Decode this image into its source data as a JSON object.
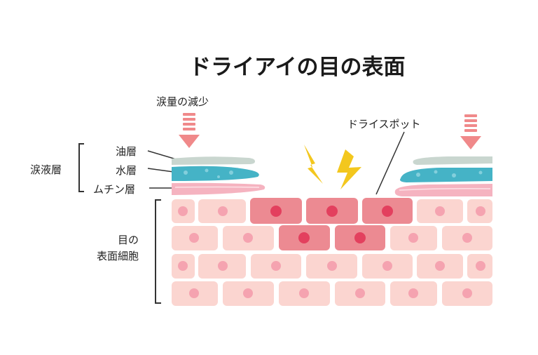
{
  "title": "ドライアイの目の表面",
  "labels": {
    "tear_decrease": "涙量の減少",
    "dry_spot": "ドライスポット",
    "tear_film": "涙液層",
    "oil_layer": "油層",
    "water_layer": "水層",
    "mucin_layer": "ムチン層",
    "eye_surface_line1": "目の",
    "eye_surface_line2": "表面細胞"
  },
  "colors": {
    "oil": "#c9d6cf",
    "water": "#45b3c6",
    "mucin": "#f5b3c0",
    "cell": "#fbd5d0",
    "cell_nucleus": "#f5a3b0",
    "damaged_cell": "#ec8a92",
    "damaged_nucleus": "#e3405e",
    "arrow": "#f0898a",
    "lightning": "#f3c71e"
  },
  "icons": [
    "down-arrow-icon",
    "lightning-icon"
  ]
}
